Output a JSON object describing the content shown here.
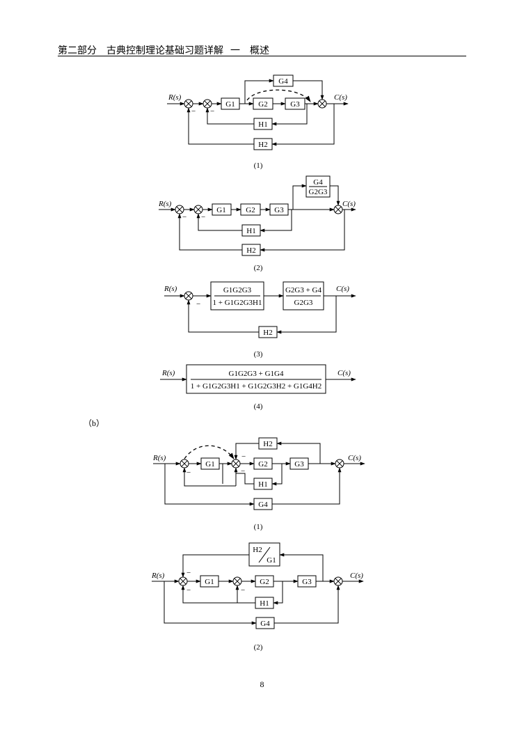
{
  "header": {
    "part": "第二部分　古典控制理论基础习题详解",
    "section": "一　概述"
  },
  "figure_a": {
    "captions": [
      "(1)",
      "(2)",
      "(3)",
      "(4)"
    ],
    "signals": {
      "input": "R(s)",
      "output": "C(s)"
    },
    "blocks": {
      "g1": "G1",
      "g2": "G2",
      "g3": "G3",
      "g4": "G4",
      "h1": "H1",
      "h2": "H2",
      "g4_over_g2g3_num": "G4",
      "g4_over_g2g3_den": "G2G3",
      "step3_fwd_num": "G1G2G3",
      "step3_fwd_den": "1 + G1G2G3H1",
      "step3_comp_num": "G2G3 + G4",
      "step3_comp_den": "G2G3",
      "final_num": "G1G2G3 + G1G4",
      "final_den": "1 + G1G2G3H1 + G1G2G3H2 + G1G4H2"
    },
    "minus": "−"
  },
  "figure_b": {
    "label": "（b）",
    "captions": [
      "(1)",
      "(2)"
    ],
    "blocks": {
      "g1": "G1",
      "g2": "G2",
      "g3": "G3",
      "g4": "G4",
      "h1": "H1",
      "h2": "H2",
      "h2_over_g1_num": "H2",
      "h2_over_g1_den": "G1"
    }
  },
  "page_number": "8"
}
